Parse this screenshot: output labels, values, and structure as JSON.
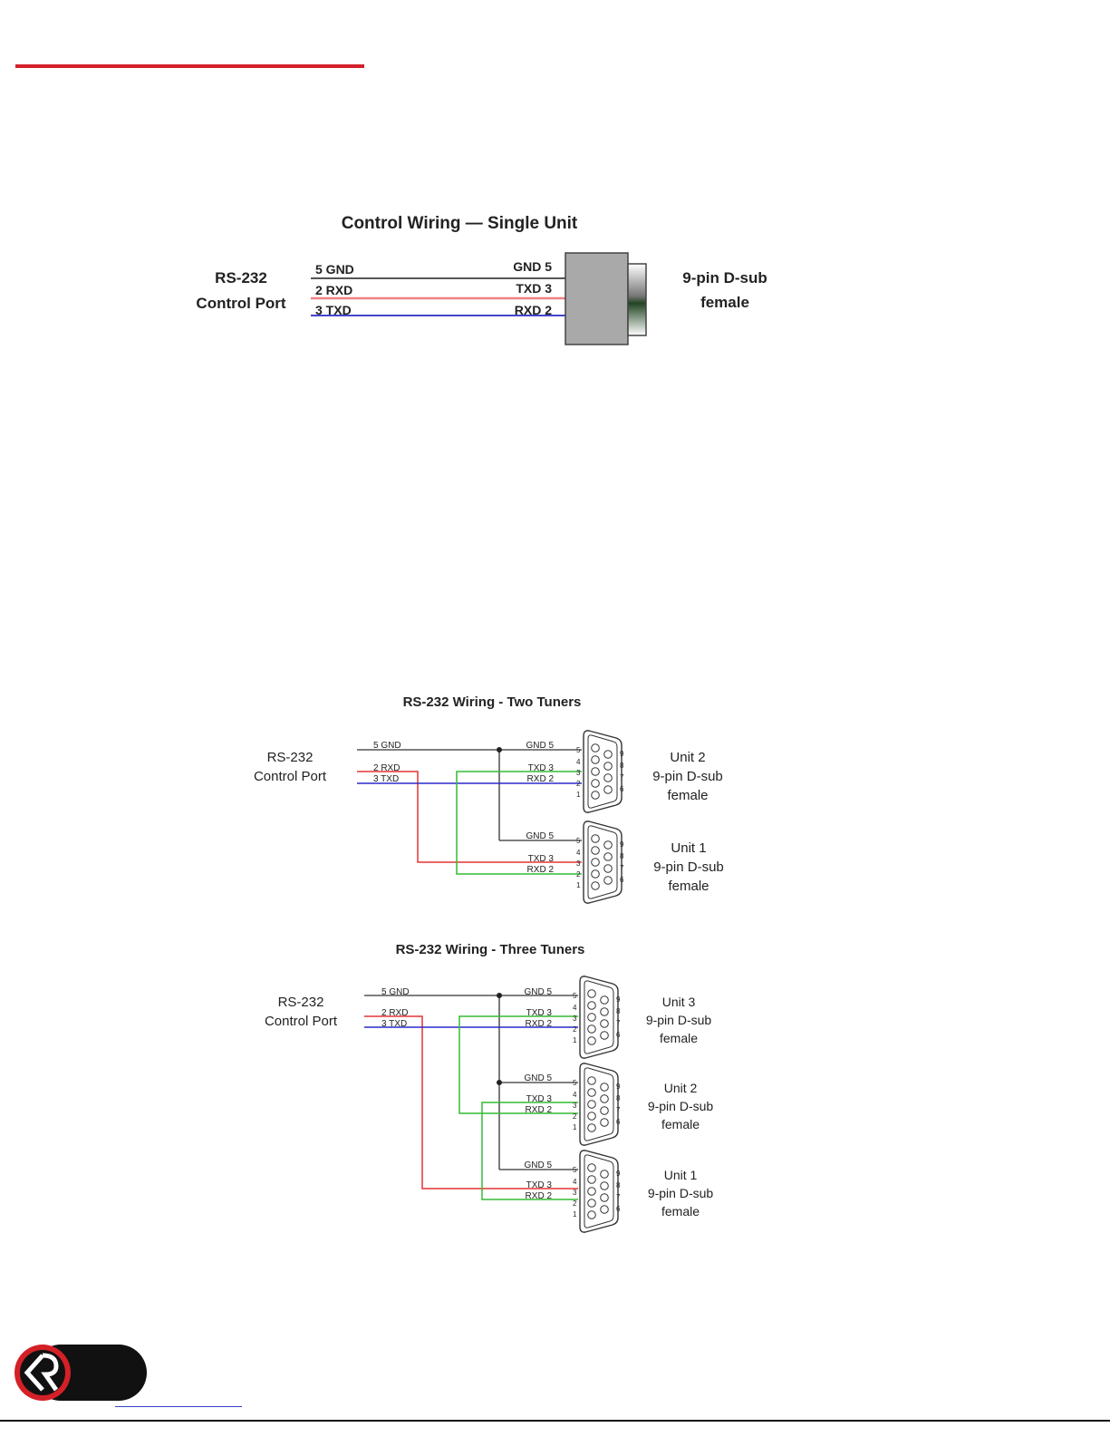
{
  "single": {
    "title": "Control Wiring — Single Unit",
    "port_line1": "RS-232",
    "port_line2": "Control Port",
    "left_pins": [
      "5  GND",
      "2  RXD",
      "3  TXD"
    ],
    "right_pins": [
      "GND  5",
      "TXD  3",
      "RXD  2"
    ],
    "conn_line1": "9-pin D-sub",
    "conn_line2": "female"
  },
  "two": {
    "title": "RS-232 Wiring - Two Tuners",
    "port_line1": "RS-232",
    "port_line2": "Control Port",
    "left_pins": [
      "5 GND",
      "2 RXD",
      "3 TXD"
    ],
    "units": [
      {
        "line1": "Unit 2",
        "line2": "9-pin D-sub",
        "line3": "female",
        "pins": [
          "GND 5",
          "TXD 3",
          "RXD 2"
        ]
      },
      {
        "line1": "Unit 1",
        "line2": "9-pin D-sub",
        "line3": "female",
        "pins": [
          "GND 5",
          "TXD 3",
          "RXD 2"
        ]
      }
    ]
  },
  "three": {
    "title": "RS-232 Wiring - Three Tuners",
    "port_line1": "RS-232",
    "port_line2": "Control Port",
    "left_pins": [
      "5 GND",
      "2 RXD",
      "3 TXD"
    ],
    "units": [
      {
        "line1": "Unit 3",
        "line2": "9-pin D-sub",
        "line3": "female",
        "pins": [
          "GND 5",
          "TXD 3",
          "RXD 2"
        ]
      },
      {
        "line1": "Unit 2",
        "line2": "9-pin D-sub",
        "line3": "female",
        "pins": [
          "GND 5",
          "TXD 3",
          "RXD 2"
        ]
      },
      {
        "line1": "Unit 1",
        "line2": "9-pin D-sub",
        "line3": "female",
        "pins": [
          "GND 5",
          "TXD 3",
          "RXD 2"
        ]
      }
    ]
  },
  "colors": {
    "accent": "#d42027",
    "gnd": "#333333",
    "rxd": "#e63333",
    "txd": "#2a2acc",
    "cross": "#33bb33"
  }
}
